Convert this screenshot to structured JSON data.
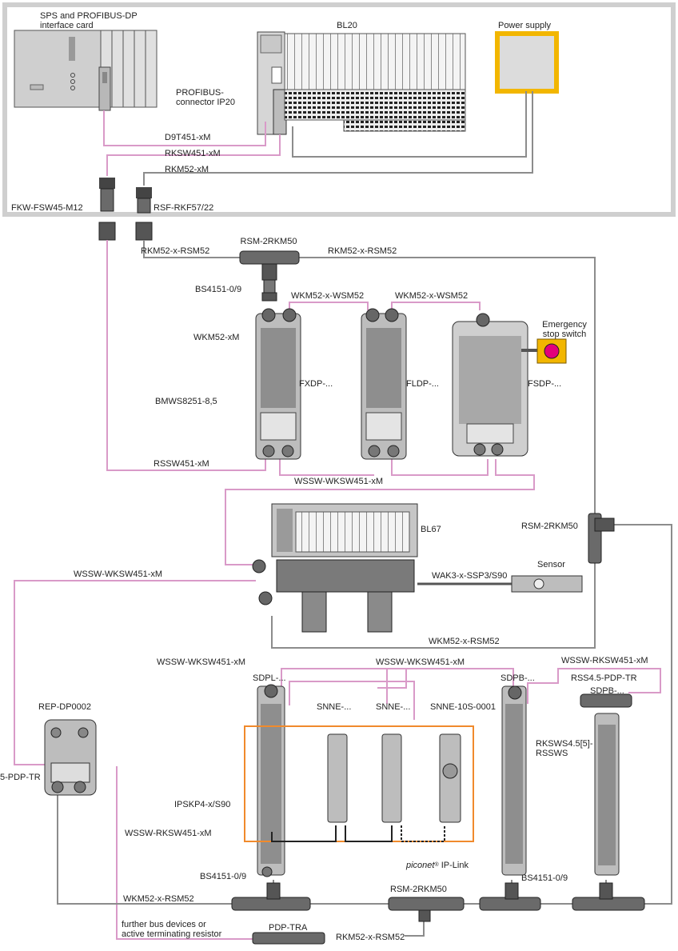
{
  "panel": {
    "plc_label": "SPS and PROFIBUS-DP\ninterface card",
    "bl20_label": "BL20",
    "power_supply_label": "Power supply",
    "profibus_connector_label": "PROFIBUS-\nconnector IP20",
    "cables": {
      "d9t451": "D9T451-xM",
      "rksw451": "RKSW451-xM",
      "rkm52": "RKM52-xM"
    },
    "fkw_label": "FKW-FSW45-M12",
    "rsf_label": "RSF-RKF57/22"
  },
  "middle": {
    "rkm52_rsm52_left": "RKM52-x-RSM52",
    "rsm_2rkm50_top": "RSM-2RKM50",
    "rkm52_rsm52_right": "RKM52-x-RSM52",
    "bs4151_top": "BS4151-0/9",
    "wkm52_wsm52_a": "WKM52-x-WSM52",
    "wkm52_wsm52_b": "WKM52-x-WSM52",
    "wkm52_xm": "WKM52-xM",
    "emergency_label": "Emergency\nstop switch",
    "fxdp": "FXDP-...",
    "fldp": "FLDP-...",
    "fsdp": "FSDP-...",
    "bmws": "BMWS8251-8,5",
    "rssw451": "RSSW451-xM",
    "wssw_wksw451_mid": "WSSW-WKSW451-xM",
    "rsm_2rkm50_right": "RSM-2RKM50",
    "bl67": "BL67",
    "sensor": "Sensor",
    "wak3": "WAK3-x-SSP3/S90",
    "wssw_wksw451_left": "WSSW-WKSW451-xM",
    "wkm52_rsm52_mid": "WKM52-x-RSM52"
  },
  "bottom": {
    "wssw_wksw451_a": "WSSW-WKSW451-xM",
    "wssw_wksw451_b": "WSSW-WKSW451-xM",
    "wssw_rksw451_right": "WSSW-RKSW451-xM",
    "rss45_pdp_tr": "RSS4.5-PDP-TR",
    "sdpl": "SDPL-...",
    "sdpb_a": "SDPB-...",
    "sdpb_b": "SDPB-...",
    "rep_dp0002": "REP-DP0002",
    "snne_a": "SNNE-...",
    "snne_b": "SNNE-...",
    "snne_10s": "SNNE-10S-0001",
    "rksws": "RKSWS4.5[5]-\nRSSWS",
    "pdp_tr_left": "5-PDP-TR",
    "ipskp4": "IPSKP4-x/S90",
    "wssw_rksw451_left": "WSSW-RKSW451-xM",
    "piconet_name": "piconet",
    "piconet_suffix": " IP-Link",
    "bs4151_left": "BS4151-0/9",
    "bs4151_right": "BS4151-0/9",
    "rsm_2rkm50_bottom": "RSM-2RKM50",
    "wkm52_rsm52_bottom": "WKM52-x-RSM52",
    "further_bus": "further bus devices or\nactive terminating resistor",
    "pdp_tra": "PDP-TRA",
    "rkm52_rsm52_bottom": "RKM52-x-RSM52"
  },
  "colors": {
    "profibus_cable": "#d99ac8",
    "power_cable": "#8c8c8c",
    "panel_frame": "#cfcfcf",
    "power_supply_frame": "#f2b600",
    "ip_link_frame": "#f08a2c",
    "emergency_button": "#e3007a"
  }
}
